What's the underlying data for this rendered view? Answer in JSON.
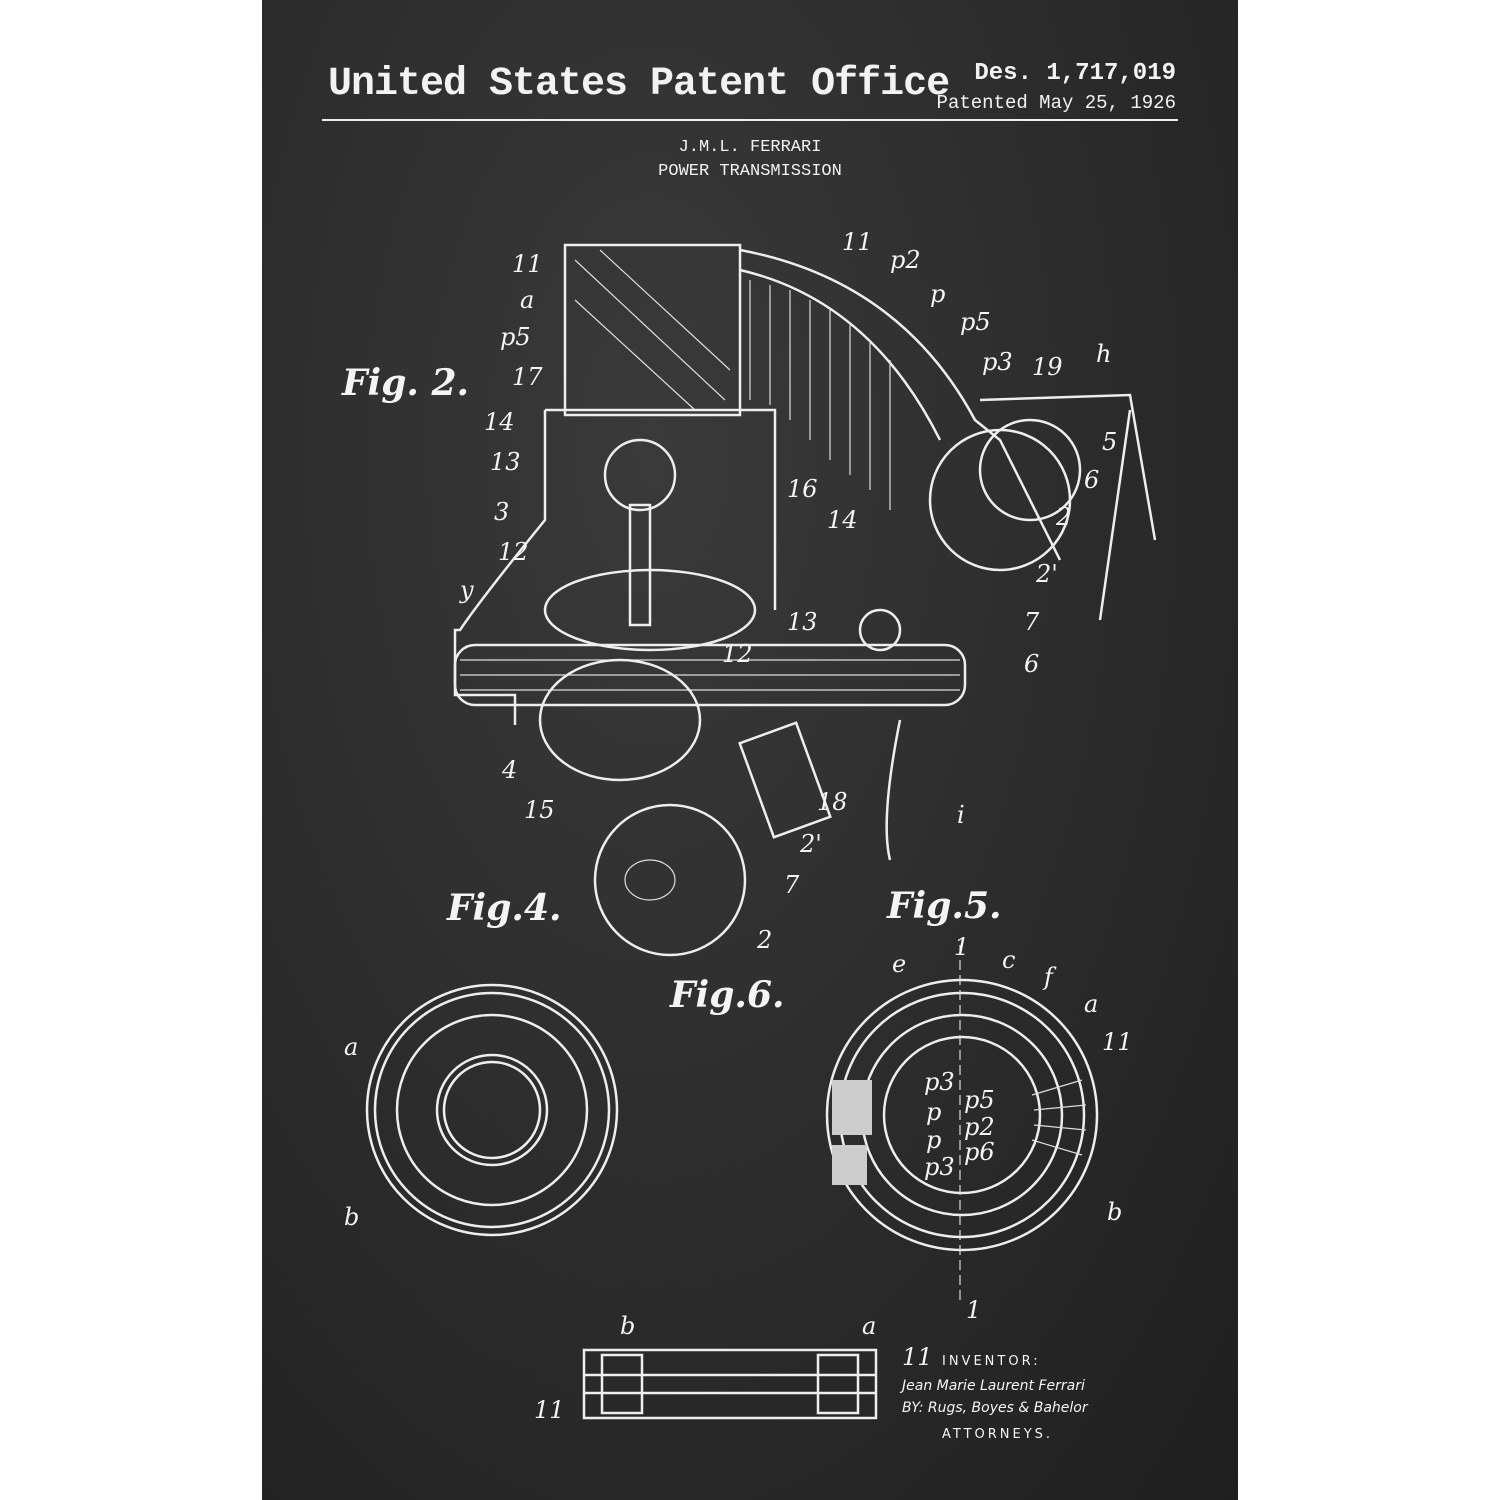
{
  "header": {
    "title": "United States Patent Office",
    "patent_number": "Des. 1,717,019",
    "patent_date": "Patented May 25, 1926",
    "inventor": "J.M.L. FERRARI",
    "invention": "POWER TRANSMISSION"
  },
  "figures": {
    "fig2": "Fig. 2.",
    "fig4": "Fig.4.",
    "fig5": "Fig.5.",
    "fig6": "Fig.6."
  },
  "fig2_labels": [
    "11",
    "a",
    "p5",
    "17",
    "14",
    "13",
    "3",
    "12",
    "y",
    "11",
    "p2",
    "p",
    "p5",
    "p3",
    "19",
    "h",
    "5",
    "6",
    "2",
    "2'",
    "7",
    "6",
    "16",
    "14",
    "13",
    "12",
    "4",
    "15",
    "18",
    "2'",
    "7",
    "2",
    "i"
  ],
  "fig4_labels": [
    "a",
    "b"
  ],
  "fig5_labels": [
    "1",
    "e",
    "c",
    "f",
    "a",
    "11",
    "p3",
    "p",
    "p",
    "p3",
    "p5",
    "p2",
    "p6",
    "b",
    "1"
  ],
  "fig6_labels": [
    "b",
    "a",
    "11",
    "11"
  ],
  "signature": {
    "inventor_heading": "INVENTOR:",
    "inventor_name": "Jean Marie Laurent Ferrari",
    "by_line": "BY: Rugs, Boyes & Bahelor",
    "attorneys": "ATTORNEYS."
  },
  "colors": {
    "board": "#2b2b2b",
    "ink": "#f2f2f2"
  }
}
